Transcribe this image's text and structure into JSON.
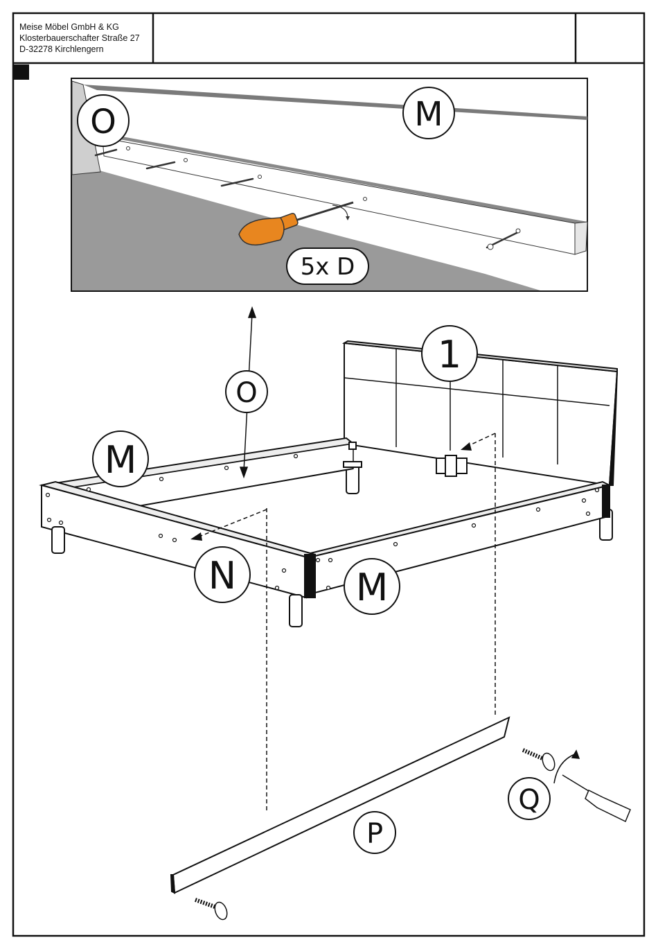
{
  "header": {
    "company_lines": [
      "Meise Möbel GmbH & KG",
      "Klosterbauerschafter Straße 27",
      "D-32278 Kirchlengern"
    ]
  },
  "detail": {
    "label_o": "O",
    "label_m": "M",
    "quantity_badge": "5x D"
  },
  "main": {
    "label_headboard": "1",
    "label_o": "O",
    "label_m_left": "M",
    "label_n": "N",
    "label_m_front": "M",
    "label_p": "P",
    "label_q": "Q"
  }
}
